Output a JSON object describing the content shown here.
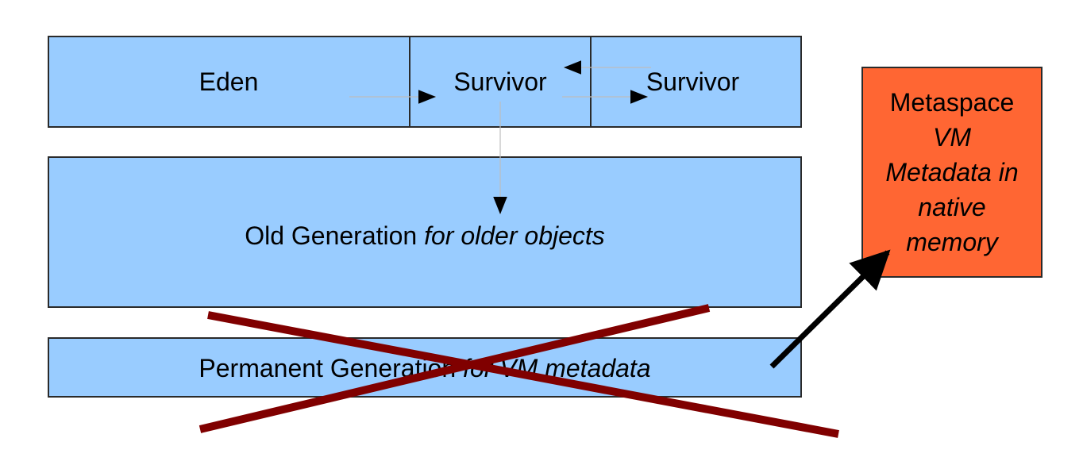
{
  "young": {
    "eden": "Eden",
    "survivor1": "Survivor",
    "survivor2": "Survivor"
  },
  "old": {
    "label": "Old Generation",
    "label_italic": "for older objects"
  },
  "perm": {
    "label": "Permanent Generation",
    "label_italic": "for VM metadata"
  },
  "metaspace": {
    "title": "Metaspace",
    "line1": "VM",
    "line2": "Metadata in",
    "line3": "native",
    "line4": "memory"
  },
  "colors": {
    "region_fill": "#99ccff",
    "metaspace_fill": "#ff6633",
    "cross": "#800000",
    "arrow": "#000000"
  }
}
